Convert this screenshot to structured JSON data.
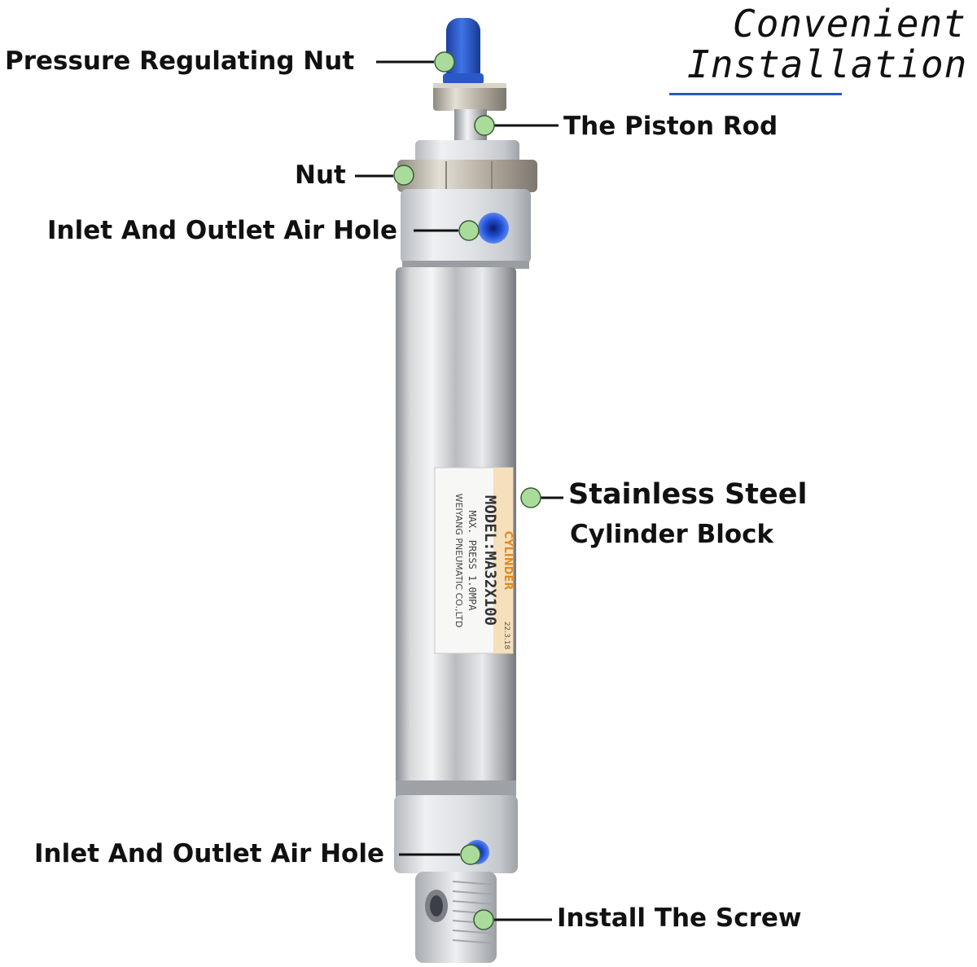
{
  "title": {
    "line1": "Convenient",
    "line2": "Installation",
    "underline_color": "#2b57c4"
  },
  "callouts": {
    "pressure_regulating_nut": "Pressure Regulating Nut",
    "piston_rod": "The Piston Rod",
    "nut": "Nut",
    "inlet_outlet_top": "Inlet And Outlet Air Hole",
    "stainless_line1": "Stainless Steel",
    "stainless_line2": "Cylinder Block",
    "inlet_outlet_bottom": "Inlet And Outlet Air Hole",
    "install_screw": "Install The Screw"
  },
  "product_label": {
    "category": "CYLINDER",
    "model": "MODEL:MA32X100",
    "pressure": "MAX. PRESS  1.0MPA",
    "maker": "WEIYANG PNEUMATIC CO.,LTD",
    "code": "22.3.18"
  },
  "colors": {
    "marker_fill": "#a9dc9a",
    "port_blue": "#1f4fd6",
    "cap_blue": "#2f64d8",
    "label_accent": "#f0a23a"
  }
}
